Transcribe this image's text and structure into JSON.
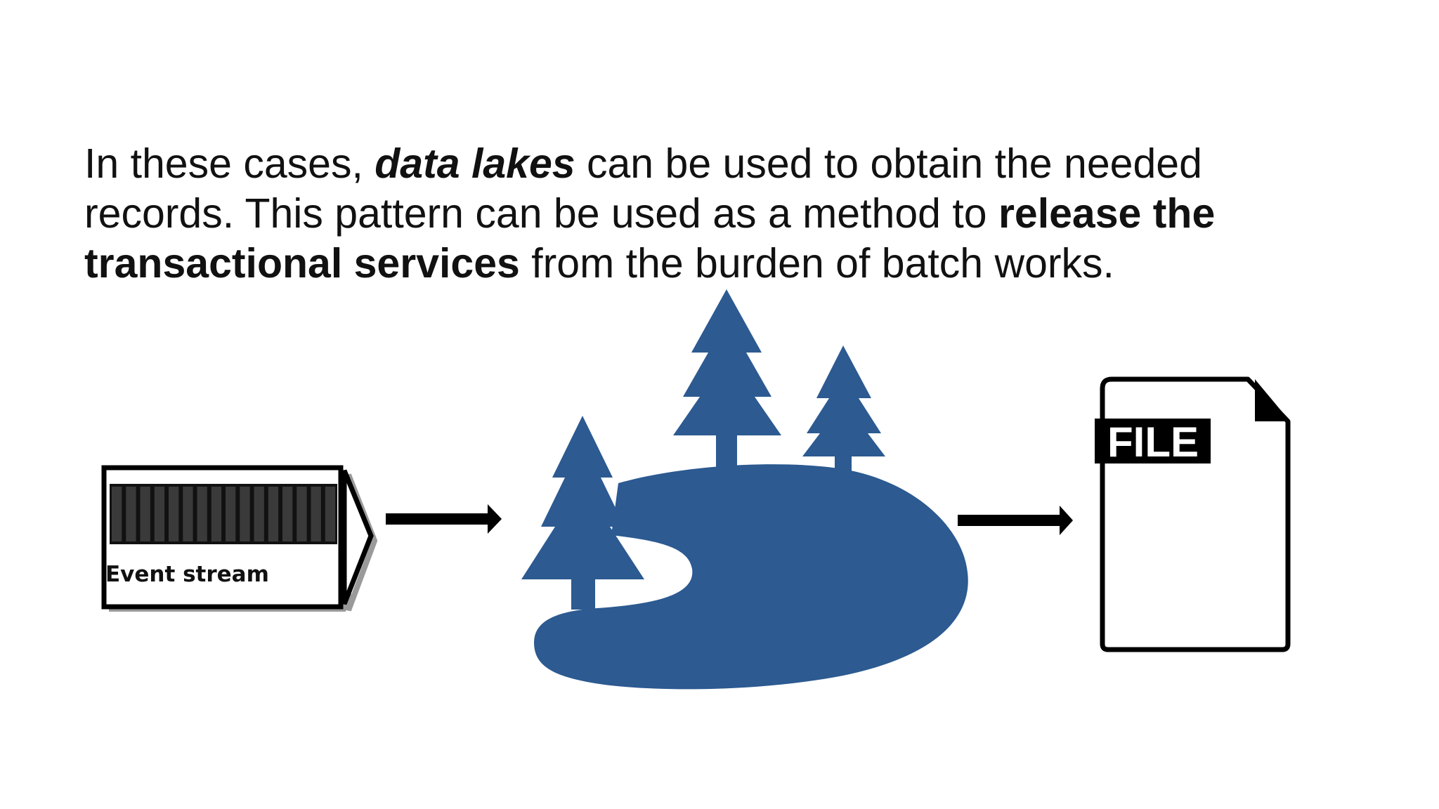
{
  "paragraph": {
    "part1": "In these cases, ",
    "part2_bold_italic": "data lakes",
    "part3": " can be used to obtain the needed records. This pattern can be used as a method to ",
    "part4_bold": "release the transactional services",
    "part5": " from the burden of batch works."
  },
  "diagram": {
    "event_stream_label": "Event stream",
    "file_label": "FILE",
    "icons": [
      "event-stream-icon",
      "arrow-right-icon",
      "data-lake-icon",
      "arrow-right-icon",
      "file-icon"
    ],
    "colors": {
      "lake_blue": "#2c5a91",
      "stroke": "#000000",
      "stream_cells": "#3a3a3a"
    }
  }
}
